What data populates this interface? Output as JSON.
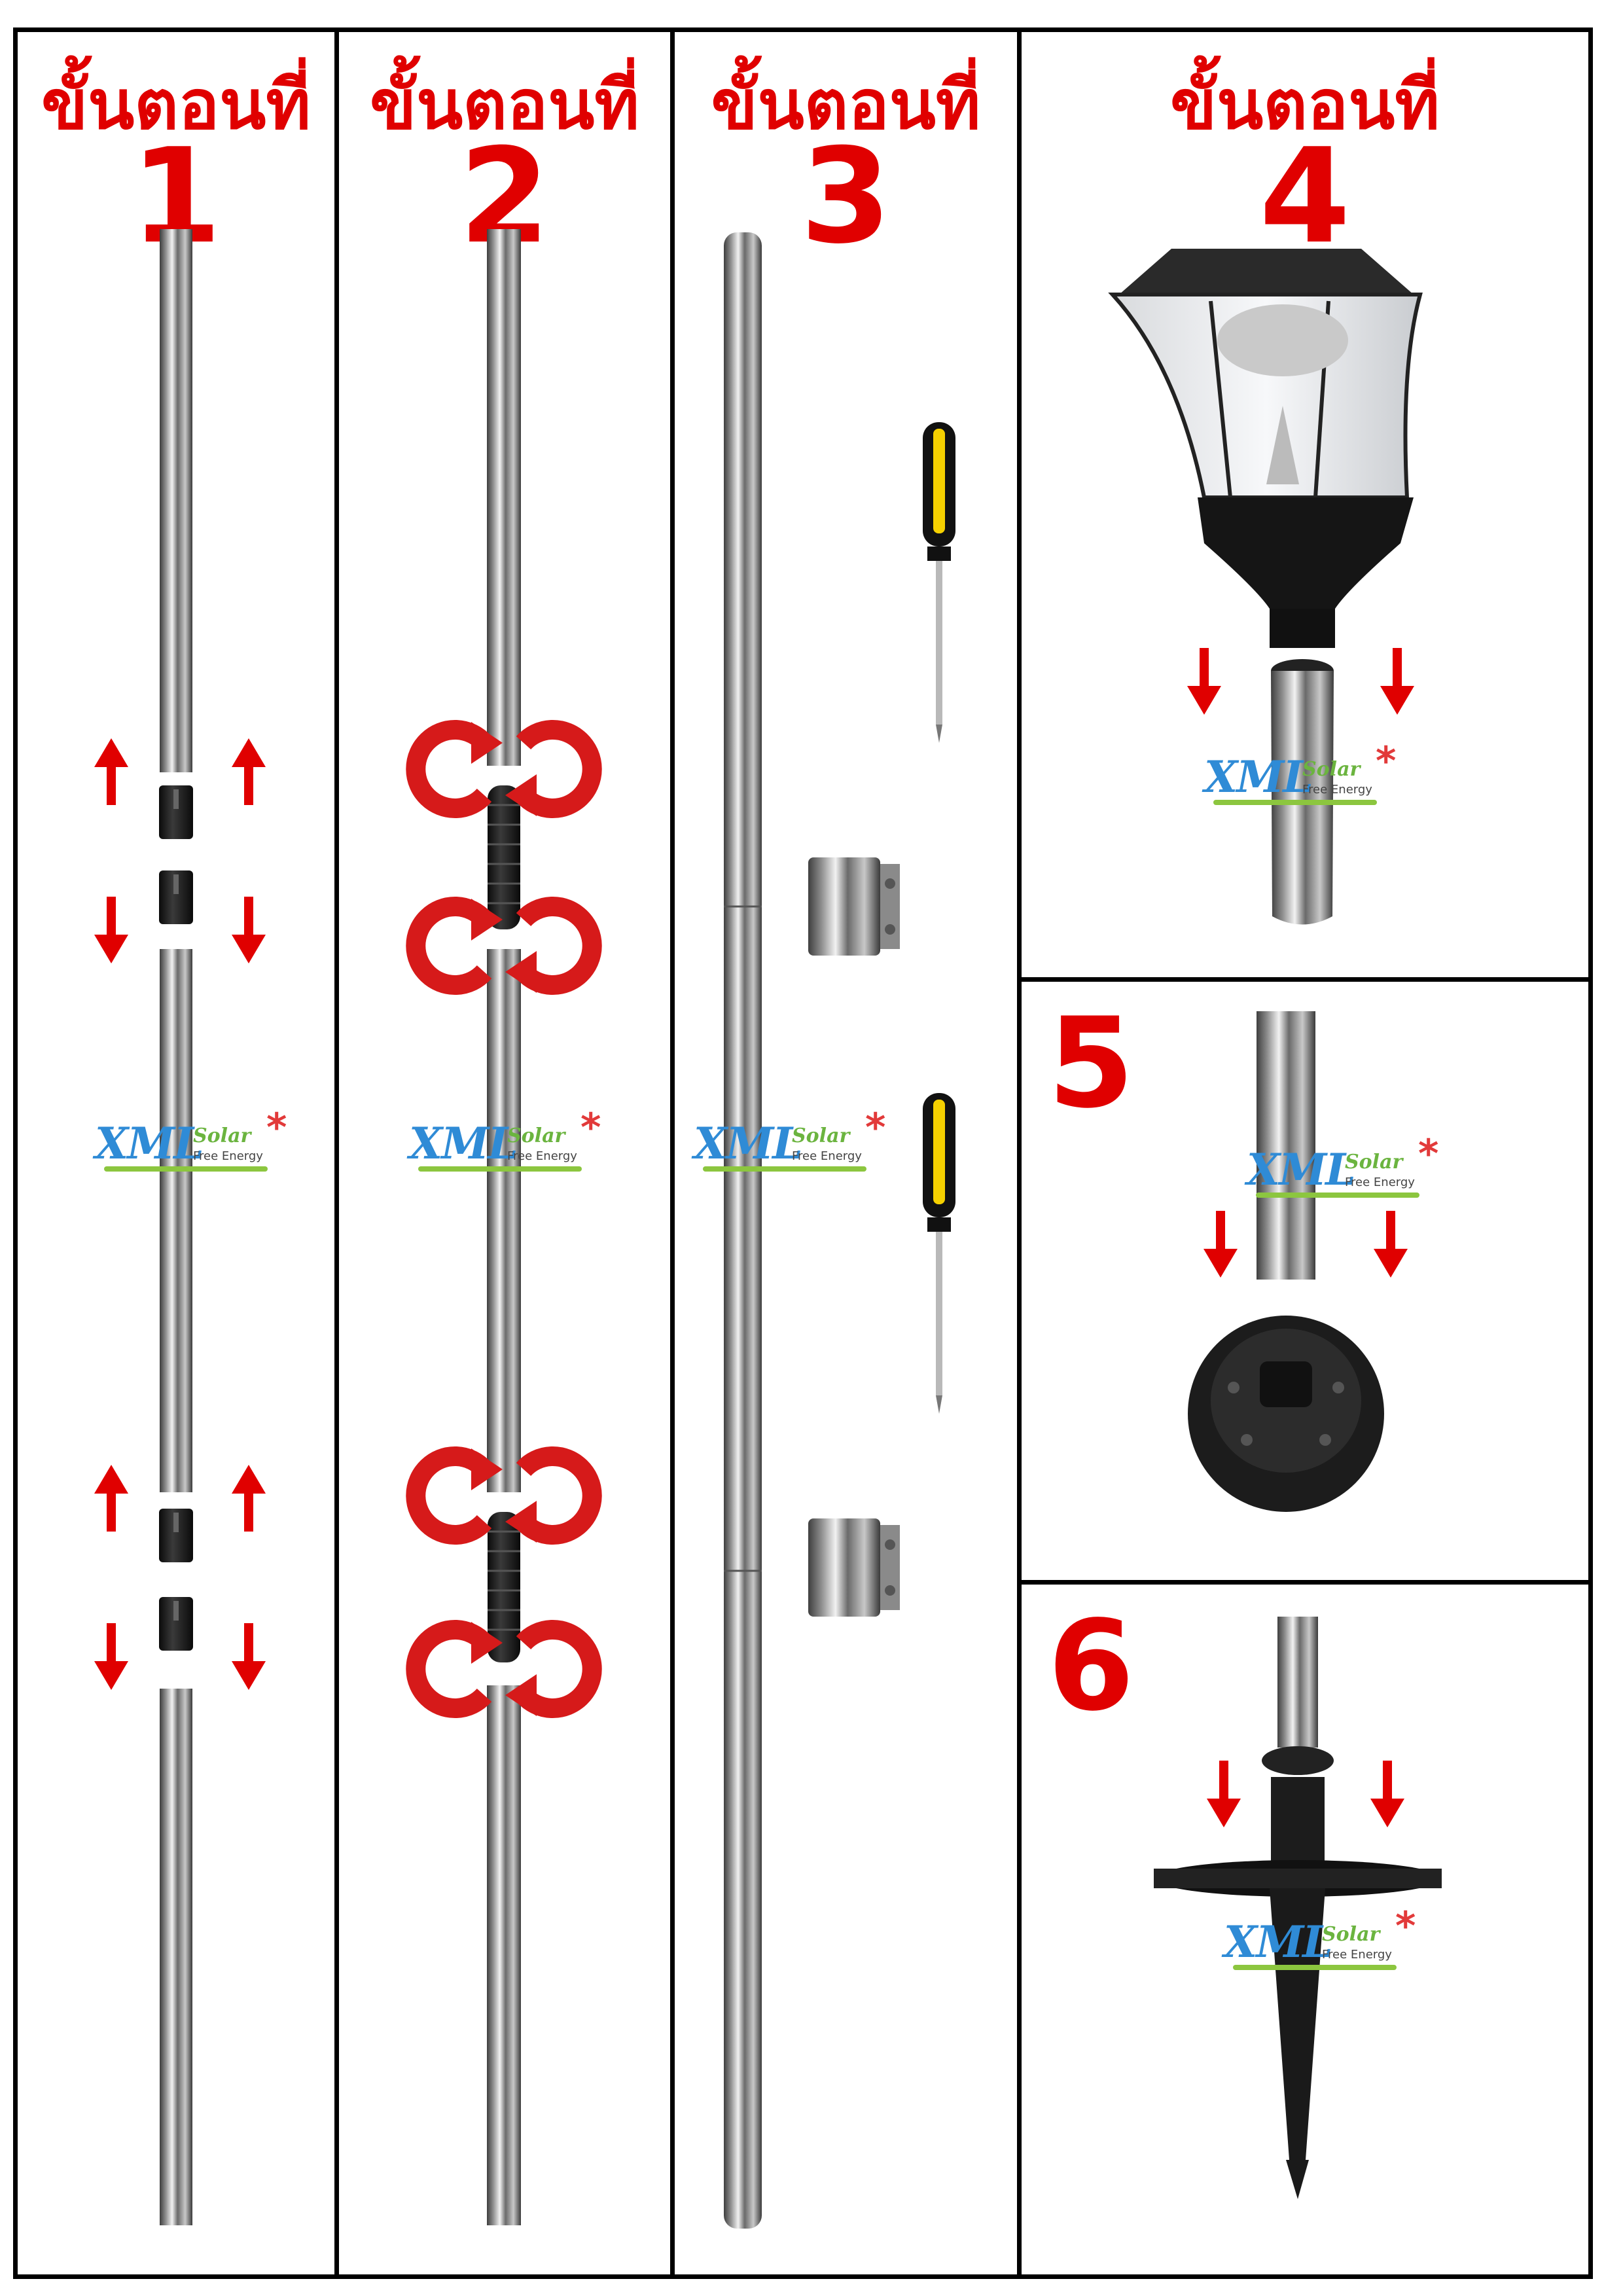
{
  "steps": [
    {
      "label": "ขั้นตอนที่",
      "number": "1"
    },
    {
      "label": "ขั้นตอนที่",
      "number": "2"
    },
    {
      "label": "ขั้นตอนที่",
      "number": "3"
    },
    {
      "label": "ขั้นตอนที่",
      "number": "4"
    },
    {
      "number": "5"
    },
    {
      "number": "6"
    }
  ],
  "logo": {
    "brand": "XML",
    "sub": "Solar",
    "tagline": "Free Energy",
    "mark": "*"
  },
  "colors": {
    "accent_red": "#e00000",
    "border": "#000000",
    "steel": "#9a9a9a",
    "logo_blue": "#2f8bd6",
    "logo_green": "#6bb43f"
  },
  "icons": [
    "arrow-up-icon",
    "arrow-down-icon",
    "rotate-arrow-icon",
    "screwdriver-icon",
    "pole-clamp-icon",
    "solar-lamp-head-icon",
    "base-plate-icon",
    "ground-spike-icon"
  ]
}
